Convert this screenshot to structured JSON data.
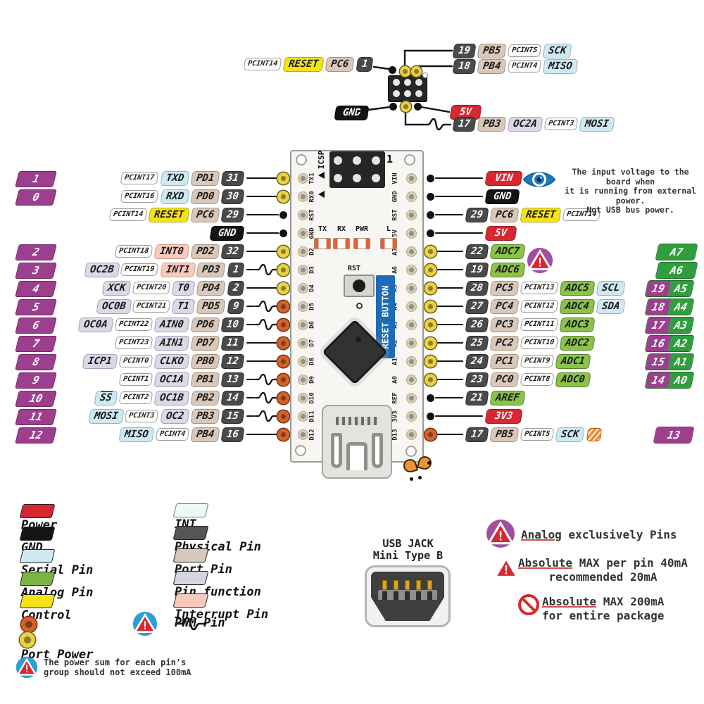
{
  "top_breakout": {
    "left_chips": [
      {
        "t": "PCINT14",
        "c": "pcint"
      },
      {
        "t": "RESET",
        "c": "control"
      },
      {
        "t": "PC6",
        "c": "port"
      },
      {
        "t": "1",
        "c": "phys"
      }
    ],
    "right_rows": [
      [
        {
          "t": "19",
          "c": "phys"
        },
        {
          "t": "PB5",
          "c": "port"
        },
        {
          "t": "PCINT5",
          "c": "pcint"
        },
        {
          "t": "SCK",
          "c": "serial"
        }
      ],
      [
        {
          "t": "18",
          "c": "phys"
        },
        {
          "t": "PB4",
          "c": "port"
        },
        {
          "t": "PCINT4",
          "c": "pcint"
        },
        {
          "t": "MISO",
          "c": "serial"
        }
      ]
    ],
    "gnd": "GND",
    "five_v": "5V",
    "mosi_row": [
      {
        "t": "17",
        "c": "phys"
      },
      {
        "t": "PB3",
        "c": "port"
      },
      {
        "t": "OC2A",
        "c": "func"
      },
      {
        "t": "PCINT3",
        "c": "pcint"
      },
      {
        "t": "MOSI",
        "c": "serial"
      }
    ]
  },
  "left_rows": [
    {
      "badge": "1",
      "chips": [
        {
          "t": "PCINT17",
          "c": "pcint"
        },
        {
          "t": "TXD",
          "c": "serial"
        },
        {
          "t": "PD1",
          "c": "port"
        },
        {
          "t": "31",
          "c": "phys"
        }
      ],
      "pwm": false,
      "bullet": "yellow"
    },
    {
      "badge": "0",
      "chips": [
        {
          "t": "PCINT16",
          "c": "pcint"
        },
        {
          "t": "RXD",
          "c": "serial"
        },
        {
          "t": "PD0",
          "c": "port"
        },
        {
          "t": "30",
          "c": "phys"
        }
      ],
      "pwm": false,
      "bullet": "yellow"
    },
    {
      "badge": null,
      "chips": [
        {
          "t": "PCINT14",
          "c": "pcint"
        },
        {
          "t": "RESET",
          "c": "control"
        },
        {
          "t": "PC6",
          "c": "port"
        },
        {
          "t": "29",
          "c": "phys"
        }
      ],
      "pwm": false,
      "bullet": "black"
    },
    {
      "badge": null,
      "chips": [
        {
          "t": "GND",
          "c": "gnd"
        }
      ],
      "pwm": false,
      "bullet": "black"
    },
    {
      "badge": "2",
      "chips": [
        {
          "t": "PCINT18",
          "c": "pcint"
        },
        {
          "t": "INT0",
          "c": "int"
        },
        {
          "t": "PD2",
          "c": "port"
        },
        {
          "t": "32",
          "c": "phys"
        }
      ],
      "pwm": false,
      "bullet": "yellow"
    },
    {
      "badge": "3",
      "chips": [
        {
          "t": "OC2B",
          "c": "func"
        },
        {
          "t": "PCINT19",
          "c": "pcint"
        },
        {
          "t": "INT1",
          "c": "int"
        },
        {
          "t": "PD3",
          "c": "port"
        },
        {
          "t": "1",
          "c": "phys"
        }
      ],
      "pwm": true,
      "bullet": "yellow"
    },
    {
      "badge": "4",
      "chips": [
        {
          "t": "XCK",
          "c": "func"
        },
        {
          "t": "PCINT20",
          "c": "pcint"
        },
        {
          "t": "T0",
          "c": "func"
        },
        {
          "t": "PD4",
          "c": "port"
        },
        {
          "t": "2",
          "c": "phys"
        }
      ],
      "pwm": false,
      "bullet": "yellow"
    },
    {
      "badge": "5",
      "chips": [
        {
          "t": "OC0B",
          "c": "func"
        },
        {
          "t": "PCINT21",
          "c": "pcint"
        },
        {
          "t": "T1",
          "c": "func"
        },
        {
          "t": "PD5",
          "c": "port"
        },
        {
          "t": "9",
          "c": "phys"
        }
      ],
      "pwm": true,
      "bullet": "orange"
    },
    {
      "badge": "6",
      "chips": [
        {
          "t": "OC0A",
          "c": "func"
        },
        {
          "t": "PCINT22",
          "c": "pcint"
        },
        {
          "t": "AIN0",
          "c": "func"
        },
        {
          "t": "PD6",
          "c": "port"
        },
        {
          "t": "10",
          "c": "phys"
        }
      ],
      "pwm": true,
      "bullet": "orange"
    },
    {
      "badge": "7",
      "chips": [
        {
          "t": "PCINT23",
          "c": "pcint"
        },
        {
          "t": "AIN1",
          "c": "func"
        },
        {
          "t": "PD7",
          "c": "port"
        },
        {
          "t": "11",
          "c": "phys"
        }
      ],
      "pwm": false,
      "bullet": "orange"
    },
    {
      "badge": "8",
      "chips": [
        {
          "t": "ICP1",
          "c": "func"
        },
        {
          "t": "PCINT0",
          "c": "pcint"
        },
        {
          "t": "CLKO",
          "c": "func"
        },
        {
          "t": "PB0",
          "c": "port"
        },
        {
          "t": "12",
          "c": "phys"
        }
      ],
      "pwm": false,
      "bullet": "orange"
    },
    {
      "badge": "9",
      "chips": [
        {
          "t": "PCINT1",
          "c": "pcint"
        },
        {
          "t": "OC1A",
          "c": "func"
        },
        {
          "t": "PB1",
          "c": "port"
        },
        {
          "t": "13",
          "c": "phys"
        }
      ],
      "pwm": true,
      "bullet": "orange"
    },
    {
      "badge": "10",
      "chips": [
        {
          "t": "SS",
          "c": "serial ovl"
        },
        {
          "t": "PCINT2",
          "c": "pcint"
        },
        {
          "t": "OC1B",
          "c": "func"
        },
        {
          "t": "PB2",
          "c": "port"
        },
        {
          "t": "14",
          "c": "phys"
        }
      ],
      "pwm": true,
      "bullet": "orange"
    },
    {
      "badge": "11",
      "chips": [
        {
          "t": "MOSI",
          "c": "serial"
        },
        {
          "t": "PCINT3",
          "c": "pcint"
        },
        {
          "t": "OC2",
          "c": "func"
        },
        {
          "t": "PB3",
          "c": "port"
        },
        {
          "t": "15",
          "c": "phys"
        }
      ],
      "pwm": true,
      "bullet": "orange"
    },
    {
      "badge": "12",
      "chips": [
        {
          "t": "MISO",
          "c": "serial"
        },
        {
          "t": "PCINT4",
          "c": "pcint"
        },
        {
          "t": "PB4",
          "c": "port"
        },
        {
          "t": "16",
          "c": "phys"
        }
      ],
      "pwm": false,
      "bullet": "orange"
    }
  ],
  "right_rows": [
    {
      "chips": [
        {
          "t": "VIN",
          "c": "power"
        }
      ],
      "bullet": "black",
      "power": true,
      "far": null
    },
    {
      "chips": [
        {
          "t": "GND",
          "c": "gnd"
        }
      ],
      "bullet": "black",
      "power": true,
      "far": null
    },
    {
      "chips": [
        {
          "t": "29",
          "c": "phys"
        },
        {
          "t": "PC6",
          "c": "port"
        },
        {
          "t": "RESET",
          "c": "control"
        },
        {
          "t": "PCINT14",
          "c": "pcint"
        }
      ],
      "bullet": "black",
      "power": false,
      "far": null
    },
    {
      "chips": [
        {
          "t": "5V",
          "c": "power"
        }
      ],
      "bullet": "black",
      "power": true,
      "far": null
    },
    {
      "chips": [
        {
          "t": "22",
          "c": "phys"
        },
        {
          "t": "ADC7",
          "c": "analog"
        }
      ],
      "bullet": "yellow",
      "power": false,
      "far": {
        "type": "green",
        "text": "A7"
      }
    },
    {
      "chips": [
        {
          "t": "19",
          "c": "phys"
        },
        {
          "t": "ADC6",
          "c": "analog"
        }
      ],
      "bullet": "yellow",
      "power": false,
      "far": {
        "type": "green",
        "text": "A6"
      }
    },
    {
      "chips": [
        {
          "t": "28",
          "c": "phys"
        },
        {
          "t": "PC5",
          "c": "port"
        },
        {
          "t": "PCINT13",
          "c": "pcint"
        },
        {
          "t": "ADC5",
          "c": "analog"
        },
        {
          "t": "SCL",
          "c": "serial"
        }
      ],
      "bullet": "yellow",
      "power": false,
      "far": {
        "type": "combo",
        "num": "19",
        "let": "A5"
      }
    },
    {
      "chips": [
        {
          "t": "27",
          "c": "phys"
        },
        {
          "t": "PC4",
          "c": "port"
        },
        {
          "t": "PCINT12",
          "c": "pcint"
        },
        {
          "t": "ADC4",
          "c": "analog"
        },
        {
          "t": "SDA",
          "c": "serial"
        }
      ],
      "bullet": "yellow",
      "power": false,
      "far": {
        "type": "combo",
        "num": "18",
        "let": "A4"
      }
    },
    {
      "chips": [
        {
          "t": "26",
          "c": "phys"
        },
        {
          "t": "PC3",
          "c": "port"
        },
        {
          "t": "PCINT11",
          "c": "pcint"
        },
        {
          "t": "ADC3",
          "c": "analog"
        }
      ],
      "bullet": "yellow",
      "power": false,
      "far": {
        "type": "combo",
        "num": "17",
        "let": "A3"
      }
    },
    {
      "chips": [
        {
          "t": "25",
          "c": "phys"
        },
        {
          "t": "PC2",
          "c": "port"
        },
        {
          "t": "PCINT10",
          "c": "pcint"
        },
        {
          "t": "ADC2",
          "c": "analog"
        }
      ],
      "bullet": "yellow",
      "power": false,
      "far": {
        "type": "combo",
        "num": "16",
        "let": "A2"
      }
    },
    {
      "chips": [
        {
          "t": "24",
          "c": "phys"
        },
        {
          "t": "PC1",
          "c": "port"
        },
        {
          "t": "PCINT9",
          "c": "pcint"
        },
        {
          "t": "ADC1",
          "c": "analog"
        }
      ],
      "bullet": "yellow",
      "power": false,
      "far": {
        "type": "combo",
        "num": "15",
        "let": "A1"
      }
    },
    {
      "chips": [
        {
          "t": "23",
          "c": "phys"
        },
        {
          "t": "PC0",
          "c": "port"
        },
        {
          "t": "PCINT8",
          "c": "pcint"
        },
        {
          "t": "ADC0",
          "c": "analog"
        }
      ],
      "bullet": "yellow",
      "power": false,
      "far": {
        "type": "combo",
        "num": "14",
        "let": "A0"
      }
    },
    {
      "chips": [
        {
          "t": "21",
          "c": "phys"
        },
        {
          "t": "AREF",
          "c": "analog"
        }
      ],
      "bullet": "black",
      "power": false,
      "far": null
    },
    {
      "chips": [
        {
          "t": "3V3",
          "c": "power"
        }
      ],
      "bullet": "black",
      "power": true,
      "far": null
    },
    {
      "chips": [
        {
          "t": "17",
          "c": "phys"
        },
        {
          "t": "PB5",
          "c": "port"
        },
        {
          "t": "PCINT5",
          "c": "pcint"
        },
        {
          "t": "SCK",
          "c": "serial"
        },
        {
          "t": "",
          "c": "ledicon"
        }
      ],
      "bullet": "orange",
      "power": false,
      "far": {
        "type": "purple",
        "text": "13"
      }
    }
  ],
  "vin_note": {
    "lines": [
      "The input voltage to the board when",
      "it is running from external power.",
      "Not USB bus power."
    ]
  },
  "board": {
    "icsp": "ICSP",
    "pin1_mark": "1",
    "silk_left": [
      "TX1",
      "RX0",
      "RST",
      "GND",
      "D2",
      "D3",
      "D4",
      "D5",
      "D6",
      "D7",
      "D8",
      "D9",
      "D10",
      "D11",
      "D12"
    ],
    "silk_right": [
      "VIN",
      "GND",
      "RST",
      "5V",
      "A7",
      "A6",
      "A5",
      "A4",
      "A3",
      "A2",
      "A1",
      "A0",
      "REF",
      "3V3",
      "D13"
    ],
    "leds": [
      "TX",
      "RX",
      "PWR",
      "L"
    ],
    "rst": "RST",
    "reset_button": "RESET BUTTON"
  },
  "legend": {
    "left": [
      {
        "label": "Power",
        "sw": "power"
      },
      {
        "label": "GND",
        "sw": "gnd"
      },
      {
        "label": "Serial Pin",
        "sw": "serial"
      },
      {
        "label": "Analog Pin",
        "sw": "analog"
      },
      {
        "label": "Control",
        "sw": "control"
      },
      {
        "label": "Port Power",
        "sw": "portpower"
      }
    ],
    "right": [
      {
        "label": "INT",
        "sw": "intw"
      },
      {
        "label": "Physical Pin",
        "sw": "phys"
      },
      {
        "label": "Port Pin",
        "sw": "port"
      },
      {
        "label": "Pin function",
        "sw": "func"
      },
      {
        "label": "Interrupt Pin",
        "sw": "intpin"
      },
      {
        "label": "PWM Pin",
        "sw": "pwm"
      }
    ]
  },
  "usb_jack": {
    "line1": "USB JACK",
    "line2": "Mini Type B"
  },
  "warnings": [
    {
      "icon": "purple-circle-triangle",
      "lines": [
        "Analog exclusively Pins"
      ]
    },
    {
      "icon": "red-triangle",
      "lines": [
        "Absolute MAX per pin 40mA",
        "recommended 20mA"
      ]
    },
    {
      "icon": "no-entry",
      "lines": [
        "Absolute MAX 200mA",
        "for entire package"
      ]
    }
  ],
  "footnote": {
    "icon": "blue-circle-triangle",
    "lines": [
      "The power sum for each pin's",
      "group should not exceed 100mA"
    ]
  },
  "colors": {
    "power": "#d7282f",
    "gnd": "#141414",
    "serial_pin": "#cfe9f2",
    "analog_chip": "#8bc34a",
    "analog_badge": "#2f9e3c",
    "control": "#f6e316",
    "port_pin": "#d9c8ba",
    "physical_pin": "#4a4a4a",
    "pin_function": "#dbd8e8",
    "interrupt_pin": "#f6cabc",
    "arduino_badge": "#9c3f8e",
    "reset_banner_blue": "#1d6cb5",
    "bullet_yellow": "#e8d341",
    "bullet_orange": "#d4622a",
    "warn_purple": "#a14f9f",
    "warn_blue": "#2b9fd6"
  }
}
